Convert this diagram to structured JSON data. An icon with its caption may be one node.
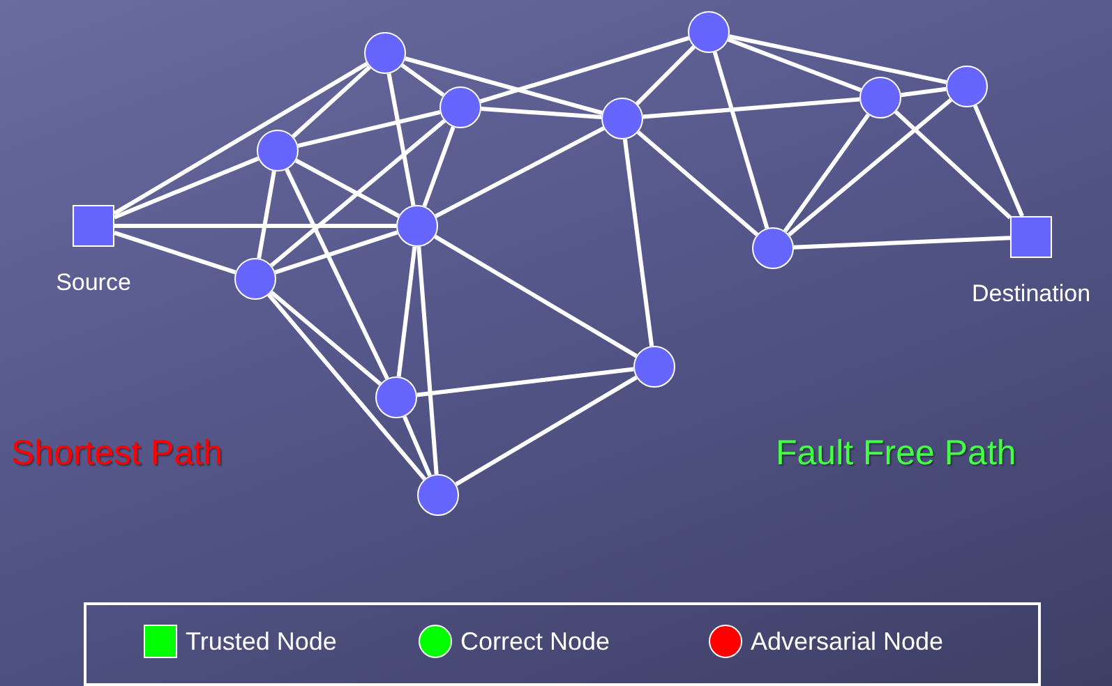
{
  "diagram": {
    "nodes": [
      {
        "text": [],
        "shape": "box",
        "beside": [
          "Source"
        ]
      },
      {
        "text": [],
        "shape": "circle"
      },
      {
        "text": [],
        "shape": "circle"
      },
      {
        "text": [],
        "shape": "circle"
      },
      {
        "text": [],
        "shape": "circle"
      },
      {
        "text": [],
        "shape": "circle"
      },
      {
        "text": [],
        "shape": "circle"
      },
      {
        "text": [],
        "shape": "circle"
      },
      {
        "text": [],
        "shape": "circle"
      },
      {
        "text": [],
        "shape": "circle"
      },
      {
        "text": [],
        "shape": "circle"
      },
      {
        "text": [],
        "shape": "circle"
      },
      {
        "text": [],
        "shape": "circle"
      },
      {
        "text": [],
        "shape": "circle"
      },
      {
        "text": [],
        "shape": "box",
        "beside": [
          "Destination"
        ]
      }
    ],
    "edges": [
      {
        "from": 0,
        "to": 1,
        "arrow": "none"
      },
      {
        "from": 0,
        "to": 3,
        "arrow": "none"
      },
      {
        "from": 0,
        "to": 4,
        "arrow": "none"
      },
      {
        "from": 0,
        "to": 5,
        "arrow": "none"
      },
      {
        "from": 1,
        "to": 3,
        "arrow": "none"
      },
      {
        "from": 1,
        "to": 2,
        "arrow": "none"
      },
      {
        "from": 1,
        "to": 4,
        "arrow": "none"
      },
      {
        "from": 1,
        "to": 9,
        "arrow": "none"
      },
      {
        "from": 2,
        "to": 8,
        "arrow": "none"
      },
      {
        "from": 2,
        "to": 9,
        "arrow": "none"
      },
      {
        "from": 2,
        "to": 3,
        "arrow": "none"
      },
      {
        "from": 2,
        "to": 5,
        "arrow": "none"
      },
      {
        "from": 2,
        "to": 4,
        "arrow": "none"
      },
      {
        "from": 3,
        "to": 4,
        "arrow": "none"
      },
      {
        "from": 3,
        "to": 5,
        "arrow": "none"
      },
      {
        "from": 3,
        "to": 6,
        "arrow": "none"
      },
      {
        "from": 4,
        "to": 9,
        "arrow": "none"
      },
      {
        "from": 4,
        "to": 5,
        "arrow": "none"
      },
      {
        "from": 4,
        "to": 6,
        "arrow": "none"
      },
      {
        "from": 4,
        "to": 7,
        "arrow": "none"
      },
      {
        "from": 4,
        "to": 13,
        "arrow": "none"
      },
      {
        "from": 5,
        "to": 6,
        "arrow": "none"
      },
      {
        "from": 5,
        "to": 7,
        "arrow": "none"
      },
      {
        "from": 6,
        "to": 7,
        "arrow": "none"
      },
      {
        "from": 6,
        "to": 13,
        "arrow": "none"
      },
      {
        "from": 7,
        "to": 13,
        "arrow": "none"
      },
      {
        "from": 8,
        "to": 9,
        "arrow": "none"
      },
      {
        "from": 8,
        "to": 10,
        "arrow": "none"
      },
      {
        "from": 8,
        "to": 11,
        "arrow": "none"
      },
      {
        "from": 8,
        "to": 12,
        "arrow": "none"
      },
      {
        "from": 9,
        "to": 10,
        "arrow": "none"
      },
      {
        "from": 9,
        "to": 12,
        "arrow": "none"
      },
      {
        "from": 9,
        "to": 13,
        "arrow": "none"
      },
      {
        "from": 10,
        "to": 11,
        "arrow": "none"
      },
      {
        "from": 10,
        "to": 12,
        "arrow": "none"
      },
      {
        "from": 11,
        "to": 12,
        "arrow": "none"
      },
      {
        "from": 10,
        "to": 14,
        "arrow": "none"
      },
      {
        "from": 11,
        "to": 14,
        "arrow": "none"
      },
      {
        "from": 12,
        "to": 14,
        "arrow": "none"
      }
    ],
    "labels": [
      "Shortest Path",
      "Fault Free Path"
    ],
    "legend": [
      {
        "text": "Trusted Node",
        "color": "#00ff00"
      },
      {
        "text": "Correct Node",
        "color": "#00ff00"
      },
      {
        "text": "Adversarial Node",
        "color": "#ff0000"
      }
    ]
  }
}
